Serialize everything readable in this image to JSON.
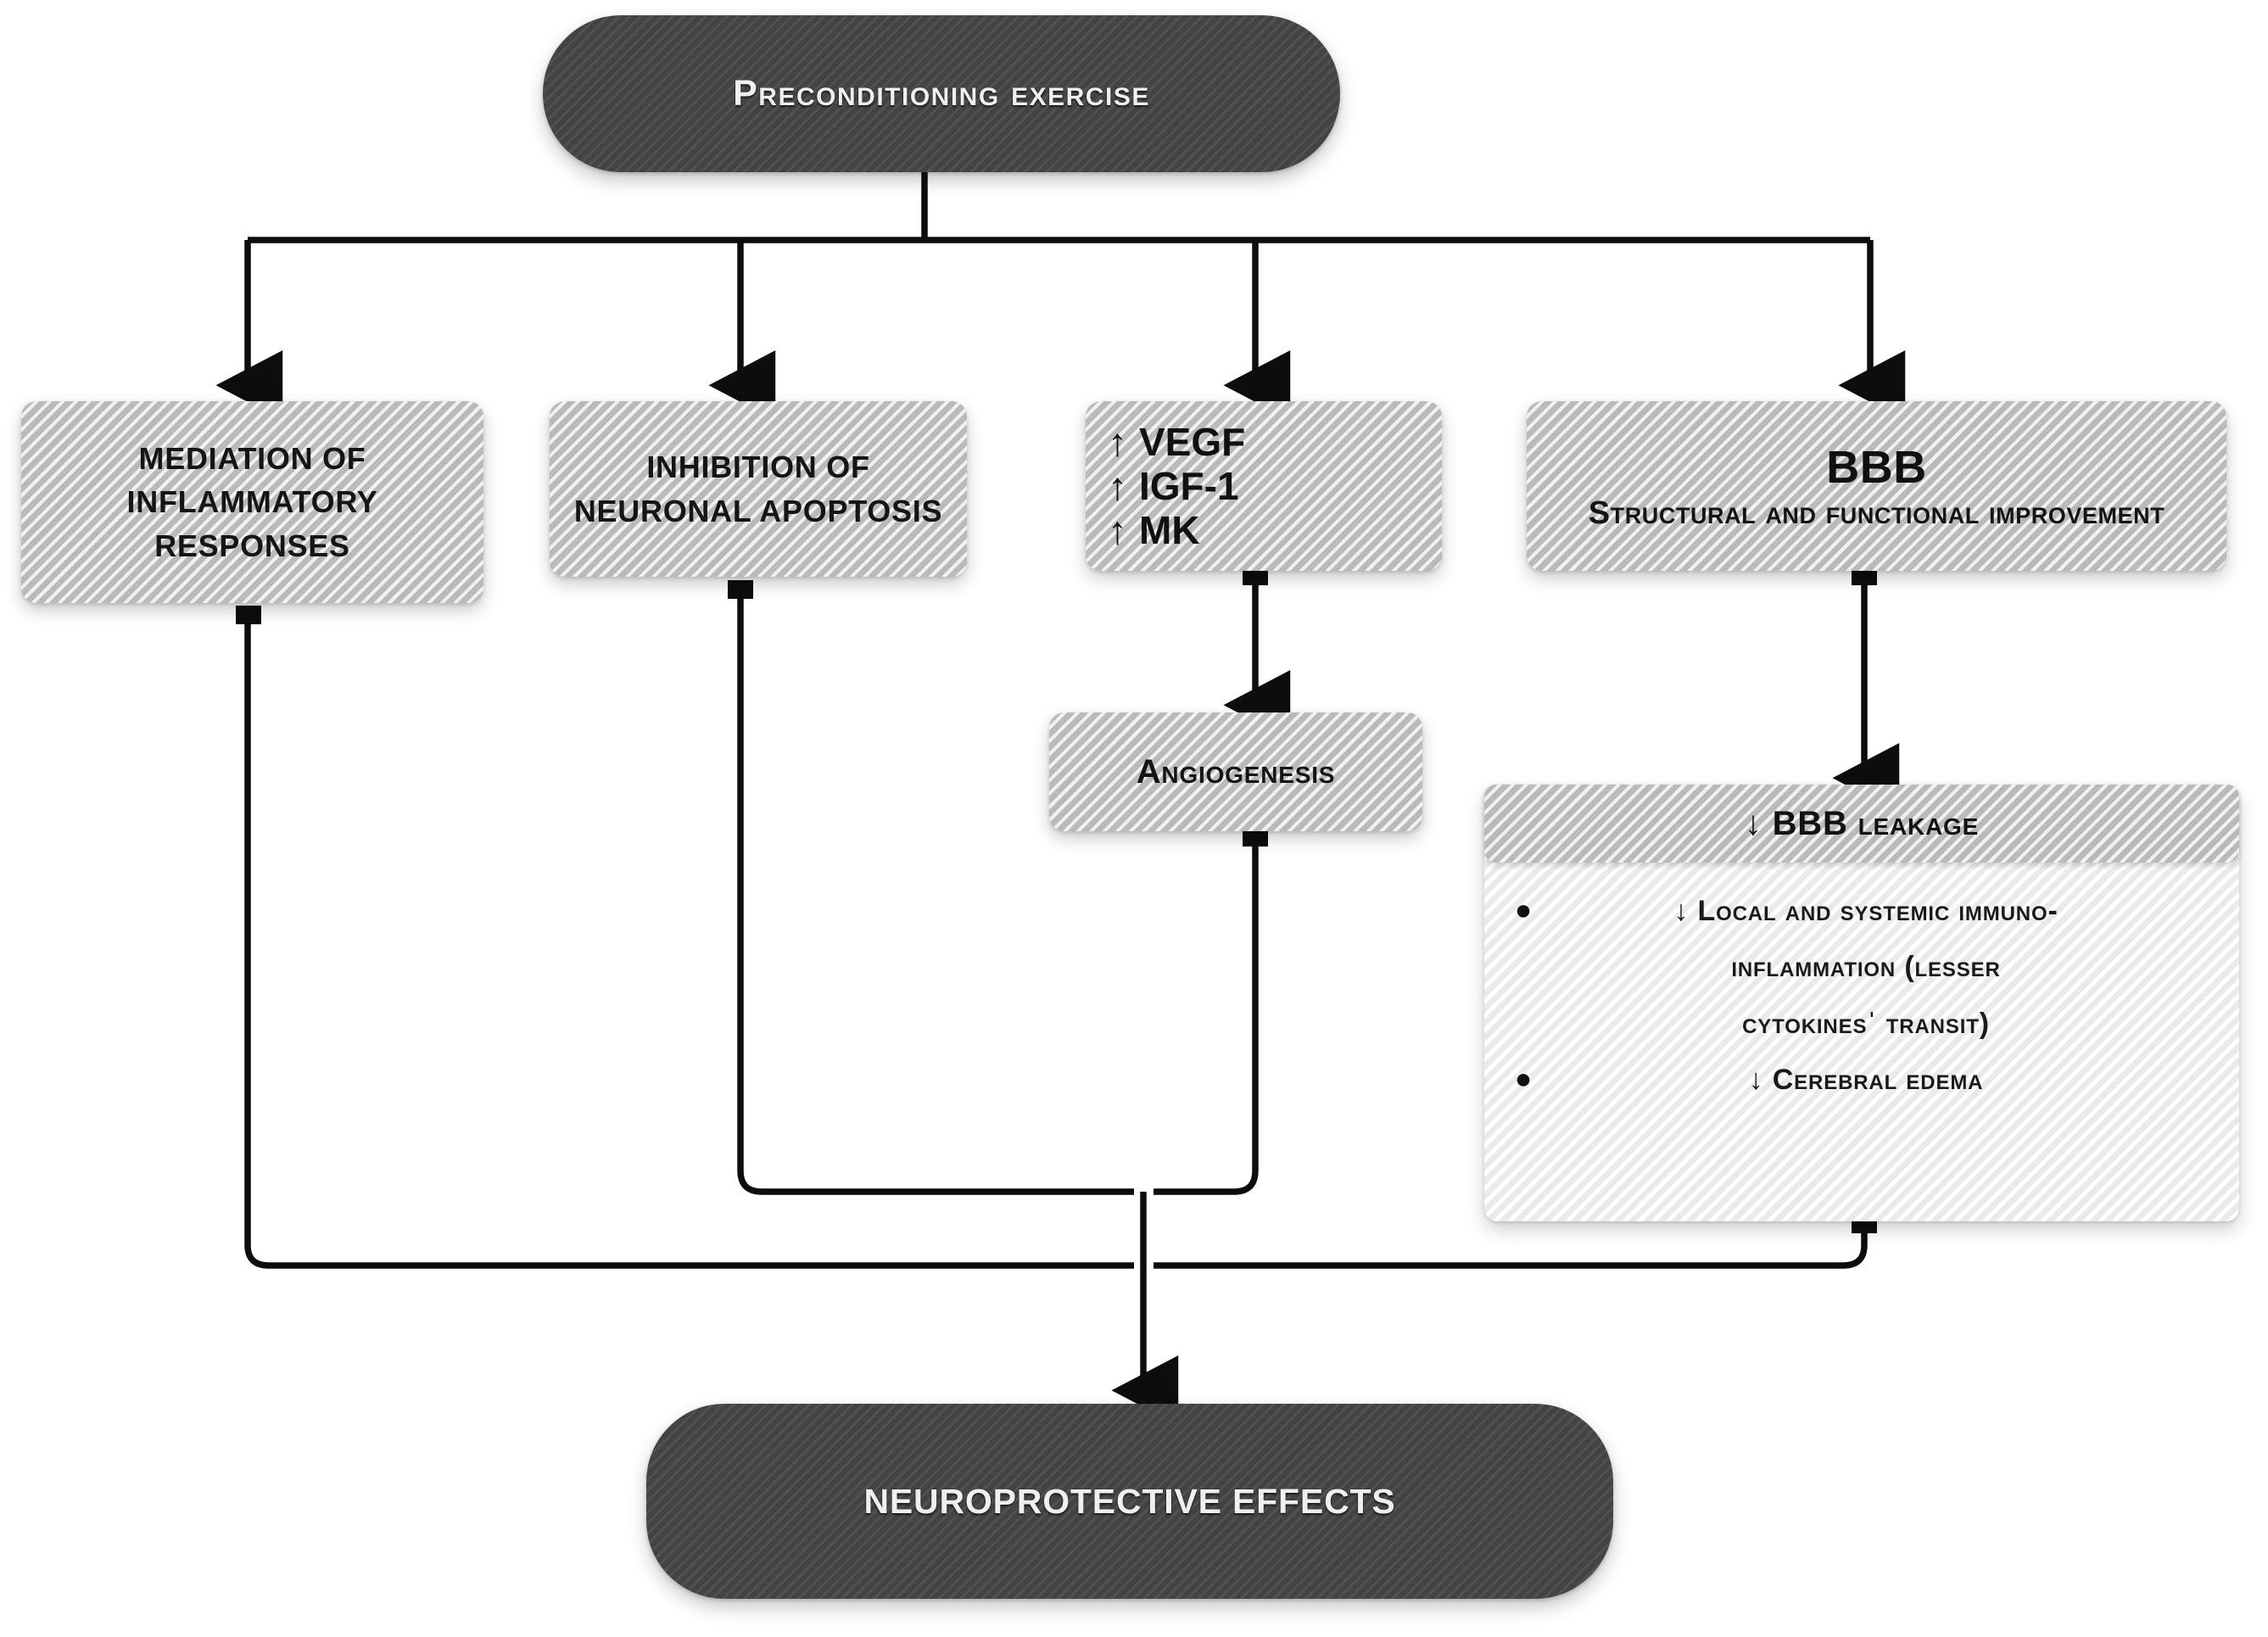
{
  "diagram": {
    "title_node": {
      "label": "Preconditioning exercise"
    },
    "outcome_node": {
      "label": "NEUROPROTECTIVE EFFECTS"
    },
    "branches": [
      {
        "id": "inflammation",
        "label": "MEDIATION OF\nINFLAMMATORY\nRESPONSES"
      },
      {
        "id": "apoptosis",
        "label": "INHIBITION OF\nNEURONAL APOPTOSIS"
      },
      {
        "id": "growth-factors",
        "items": [
          {
            "arrow": "↑",
            "label": "VEGF"
          },
          {
            "arrow": "↑",
            "label": "IGF-1"
          },
          {
            "arrow": "↑",
            "label": "MK"
          }
        ]
      },
      {
        "id": "bbb",
        "title": "BBB",
        "subtitle": "Structural and functional improvement"
      }
    ],
    "angiogenesis": {
      "label": "Angiogenesis"
    },
    "bbb_panel": {
      "header": "↓ BBB leakage",
      "bullets": [
        {
          "marker": "●",
          "text": "↓ Local and systemic immuno-\ninflammation (lesser\ncytokinesˈ transit)"
        },
        {
          "marker": "●",
          "text": "↓ Cerebral edema"
        }
      ]
    },
    "colors": {
      "node_dark": "#474747",
      "node_gray": "#c8c8c8",
      "panel_white": "#fdfdfd",
      "connector": "#0d0d0d",
      "text_light": "#efefef",
      "text_dark": "#141414"
    }
  }
}
